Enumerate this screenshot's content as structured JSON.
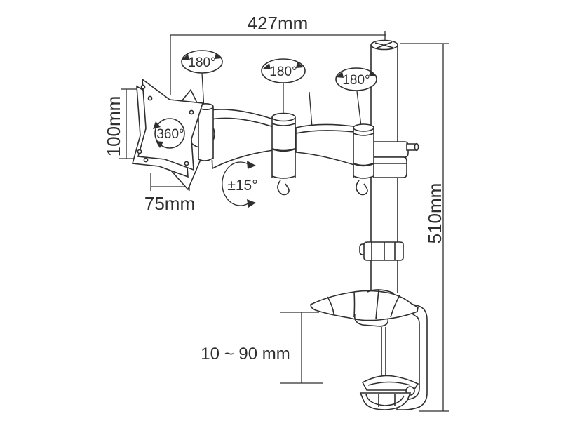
{
  "figure": {
    "dimensions": {
      "top_width": "427mm",
      "pole_height": "510mm",
      "vesa_height": "100mm",
      "vesa_width": "75mm",
      "clamp_range": "10 ~ 90 mm"
    },
    "rotations": {
      "swivel_vesa": "180°",
      "swivel_mid": "180°",
      "swivel_pole": "180°",
      "plate_spin": "360°",
      "tilt": "±15°"
    },
    "colors": {
      "line": "#2f2f2f",
      "background": "#ffffff"
    }
  }
}
